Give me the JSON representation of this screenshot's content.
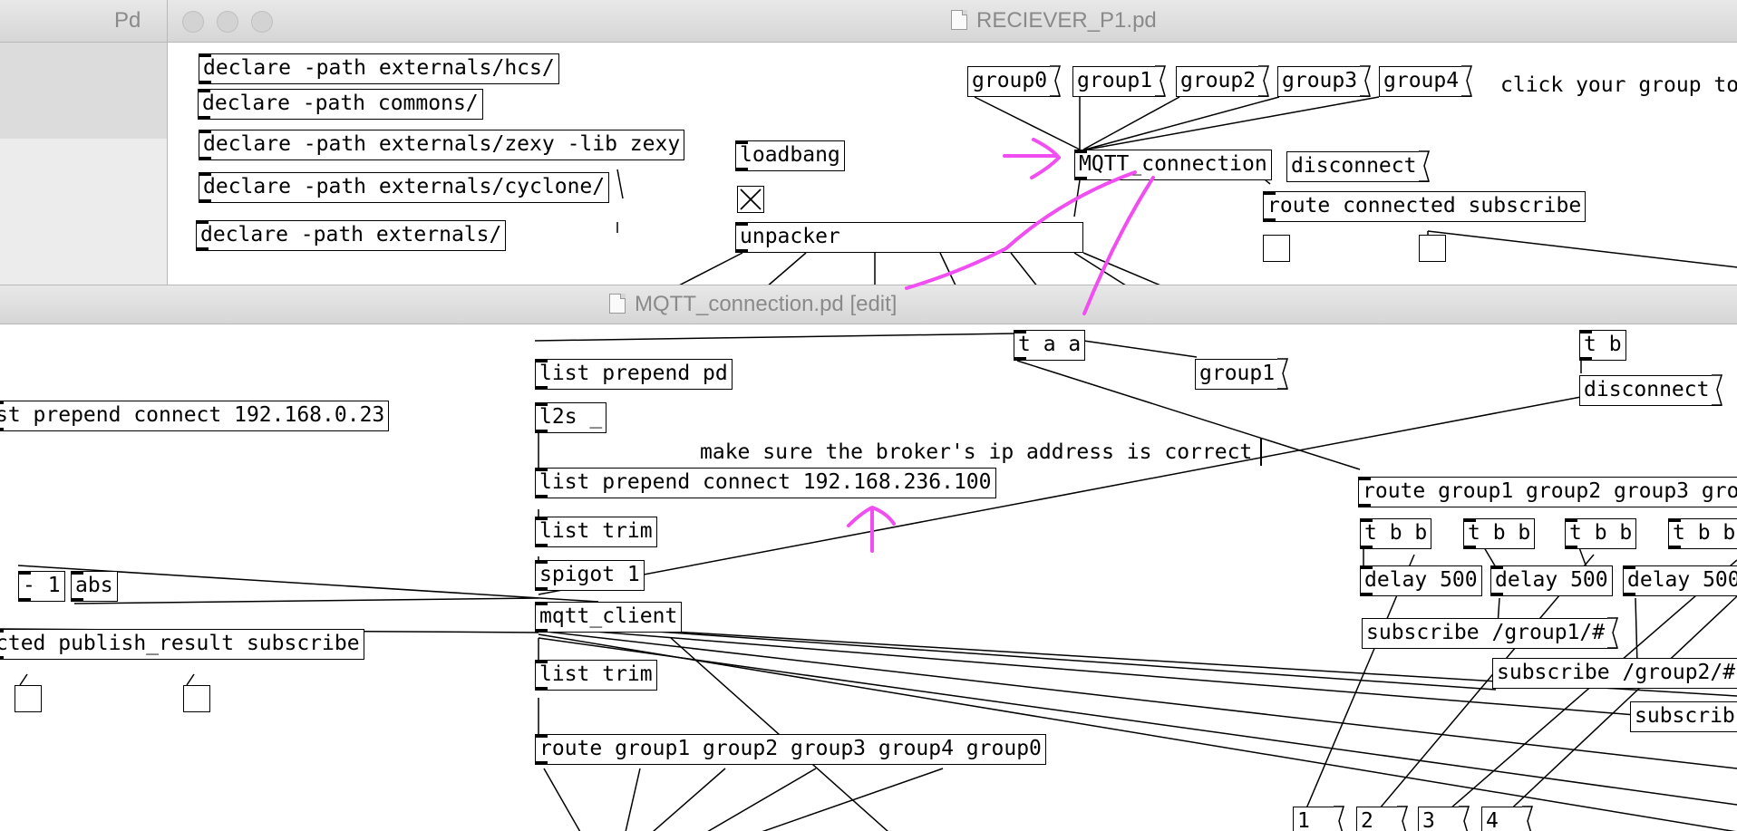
{
  "pd_main": {
    "title": "Pd"
  },
  "receiver": {
    "title": "RECIEVER_P1.pd",
    "declares": [
      "declare -path externals/hcs/",
      "declare -path commons/",
      "declare -path externals/zexy -lib zexy",
      "declare -path externals/cyclone/",
      "declare -path externals/"
    ],
    "loadbang": "loadbang",
    "unpacker": "unpacker",
    "groups": [
      "group0",
      "group1",
      "group2",
      "group3",
      "group4"
    ],
    "comment": "click your group to",
    "mqtt_connection": "MQTT_connection",
    "disconnect": "disconnect",
    "route_connected": "route connected subscribe"
  },
  "mqtt_window": {
    "title": "MQTT_connection.pd [edit]",
    "t_a_a": "t a a",
    "group1_msg": "group1",
    "t_b": "t b",
    "disconnect": "disconnect",
    "list_prepend_pd": "list prepend pd",
    "l2s": "l2s _",
    "comment_ip": "make sure the broker's ip address is correct",
    "list_prepend_connect": "list prepend connect 192.168.236.100",
    "list_prepend_connect_old": "st prepend connect 192.168.0.23",
    "list_trim_1": "list trim",
    "spigot": "spigot 1",
    "mqtt_client": "mqtt_client",
    "list_trim_2": "list trim",
    "route_groups": "route group1 group2 group3 group4 group0",
    "minus": "- 1",
    "abs": "abs",
    "route_publish": "cted publish_result subscribe",
    "route_groups_right": "route group1 group2 group3 gro",
    "tbb": [
      "t b b",
      "t b b",
      "t b b",
      "t b b"
    ],
    "delays": [
      "delay 500",
      "delay 500",
      "delay 500"
    ],
    "subscribe_1": "subscribe /group1/#",
    "subscribe_2": "subscribe /group2/#",
    "subscribe_3": "subscrib",
    "nums": [
      "1",
      "2",
      "3",
      "4"
    ]
  },
  "annotation_color": "#f04ef0"
}
